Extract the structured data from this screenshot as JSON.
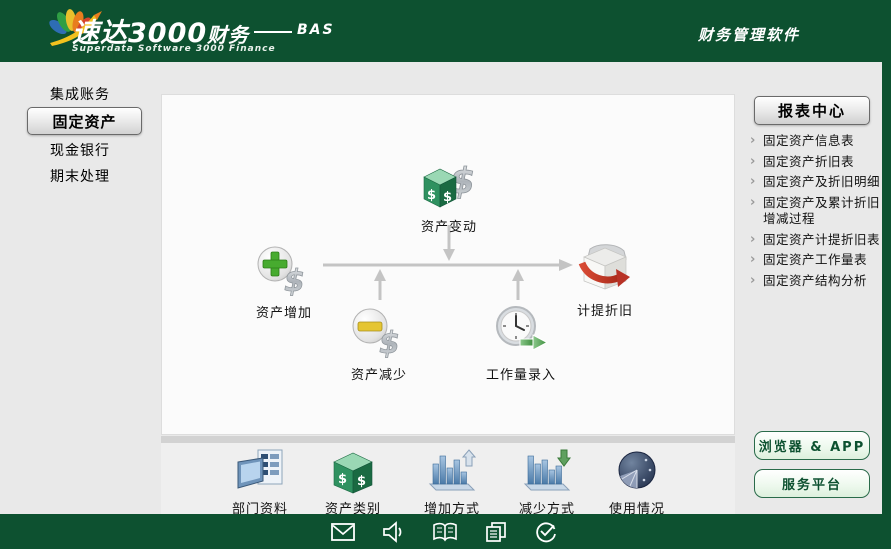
{
  "header": {
    "logo_title": "速达3000",
    "logo_title_suffix": "财务",
    "logo_bas": "BAS",
    "logo_subtitle": "Superdata Software 3000 Finance",
    "right_title": "财务管理软件",
    "logo_icon": "rainbow-leaf-logo"
  },
  "sidebar": {
    "items": [
      {
        "label": "集成账务",
        "selected": false
      },
      {
        "label": "固定资产",
        "selected": true
      },
      {
        "label": "现金银行",
        "selected": false
      },
      {
        "label": "期末处理",
        "selected": false
      }
    ]
  },
  "flowchart": {
    "nodes": [
      {
        "label": "资产变动",
        "icon": "asset-change-icon"
      },
      {
        "label": "资产增加",
        "icon": "asset-increase-icon"
      },
      {
        "label": "计提折旧",
        "icon": "depreciation-icon"
      },
      {
        "label": "资产减少",
        "icon": "asset-decrease-icon"
      },
      {
        "label": "工作量录入",
        "icon": "workload-entry-icon"
      }
    ]
  },
  "toolbar": {
    "items": [
      {
        "label": "部门资料",
        "icon": "department-info-icon"
      },
      {
        "label": "资产类别",
        "icon": "asset-category-icon"
      },
      {
        "label": "增加方式",
        "icon": "increase-method-icon"
      },
      {
        "label": "减少方式",
        "icon": "decrease-method-icon"
      },
      {
        "label": "使用情况",
        "icon": "usage-status-icon"
      }
    ]
  },
  "report_panel": {
    "title": "报表中心",
    "links": [
      "固定资产信息表",
      "固定资产折旧表",
      "固定资产及折旧明细",
      "固定资产及累计折旧增减过程",
      "固定资产计提折旧表",
      "固定资产工作量表",
      "固定资产结构分析"
    ]
  },
  "bottom_buttons": {
    "browser": "浏览器 & APP",
    "service": "服务平台"
  },
  "statusbar": {
    "icons": [
      "mail-icon",
      "speaker-icon",
      "book-icon",
      "copy-icon",
      "clock-check-icon"
    ]
  },
  "colors": {
    "brand_green": "#0d5130",
    "background": "#e9e9e9",
    "canvas": "#fbfbfb",
    "button_green_border": "#2a6b4a",
    "arrow_gray": "#c4c4c4"
  }
}
